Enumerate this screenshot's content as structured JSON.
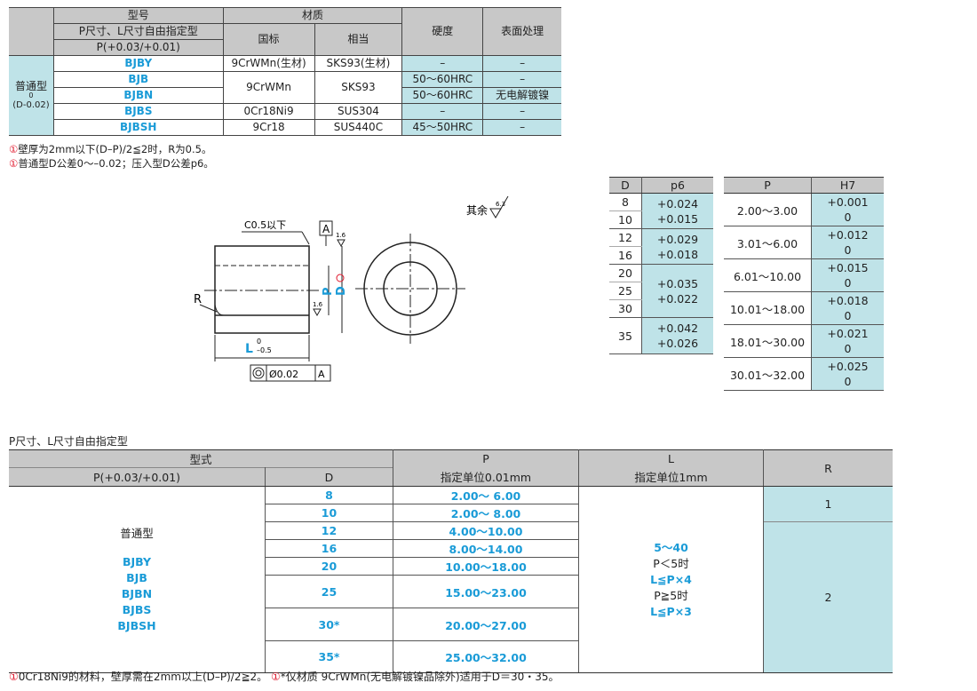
{
  "spec_table": {
    "h_model": "型号",
    "h_model_sub": "P尺寸、L尺寸自由指定型",
    "h_model_tol": "P(+0.03/+0.01)",
    "h_material": "材质",
    "h_gb": "国标",
    "h_equiv": "相当",
    "h_hard": "硬度",
    "h_surface": "表面处理",
    "type_label": "普通型",
    "type_tol_top": "0",
    "type_tol_bot": "(D-0.02)",
    "rows": [
      {
        "code": "BJBY",
        "gb": "9CrWMn(生材)",
        "eq": "SKS93(生材)",
        "hard": "–",
        "surf": "–"
      },
      {
        "code": "BJB",
        "gb": "9CrWMn",
        "eq": "SKS93",
        "hard": "50～60HRC",
        "surf": "–"
      },
      {
        "code": "BJBN",
        "gb": "",
        "eq": "",
        "hard": "50～60HRC",
        "surf": "无电解镀镍"
      },
      {
        "code": "BJBS",
        "gb": "0Cr18Ni9",
        "eq": "SUS304",
        "hard": "–",
        "surf": "–"
      },
      {
        "code": "BJBSH",
        "gb": "9Cr18",
        "eq": "SUS440C",
        "hard": "45～50HRC",
        "surf": "–"
      }
    ]
  },
  "notes_top": [
    "壁厚为2mm以下(D–P)/2≦2时，R为0.5。",
    "普通型D公差0～–0.02；压入型D公差p6。"
  ],
  "drawing": {
    "chamfer": "C0.5以下",
    "datum": "A",
    "rough1": "1.6",
    "rough2": "1.6",
    "R": "R",
    "P": "P",
    "D": "D",
    "L": "L",
    "L_tol_top": "0",
    "L_tol_bot": "–0.5",
    "concentric": "Ø0.02",
    "concentric_ref": "A",
    "other": "其余",
    "other_val": "6.3"
  },
  "p6_table": {
    "h_D": "D",
    "h_p6": "p6",
    "rows": [
      {
        "D": [
          "8",
          "10"
        ],
        "up": "+0.024",
        "lo": "+0.015"
      },
      {
        "D": [
          "12",
          "16"
        ],
        "up": "+0.029",
        "lo": "+0.018"
      },
      {
        "D": [
          "20",
          "25",
          "30"
        ],
        "up": "+0.035",
        "lo": "+0.022"
      },
      {
        "D": [
          "35"
        ],
        "up": "+0.042",
        "lo": "+0.026"
      }
    ]
  },
  "h7_table": {
    "h_P": "P",
    "h_H7": "H7",
    "rows": [
      {
        "P": "2.00～3.00",
        "up": "+0.001",
        "lo": "0"
      },
      {
        "P": "3.01～6.00",
        "up": "+0.012",
        "lo": "0"
      },
      {
        "P": "6.01～10.00",
        "up": "+0.015",
        "lo": "0"
      },
      {
        "P": "10.01～18.00",
        "up": "+0.018",
        "lo": "0"
      },
      {
        "P": "18.01～30.00",
        "up": "+0.021",
        "lo": "0"
      },
      {
        "P": "30.01～32.00",
        "up": "+0.025",
        "lo": "0"
      }
    ]
  },
  "order_title": "P尺寸、L尺寸自由指定型",
  "order_table": {
    "h_form": "型式",
    "h_form_sub": "P(+0.03/+0.01)",
    "h_D": "D",
    "h_P": "P",
    "h_P_sub": "指定单位0.01mm",
    "h_L": "L",
    "h_L_sub": "指定单位1mm",
    "h_R": "R",
    "type": "普通型",
    "codes": [
      "BJBY",
      "BJB",
      "BJBN",
      "BJBS",
      "BJBSH"
    ],
    "rows": [
      {
        "D": "8",
        "P": "2.00～ 6.00"
      },
      {
        "D": "10",
        "P": "2.00～ 8.00"
      },
      {
        "D": "12",
        "P": "4.00～10.00"
      },
      {
        "D": "16",
        "P": "8.00～14.00"
      },
      {
        "D": "20",
        "P": "10.00～18.00"
      },
      {
        "D": "25",
        "P": "15.00～23.00"
      },
      {
        "D": "30*",
        "P": "20.00～27.00"
      },
      {
        "D": "35*",
        "P": "25.00～32.00"
      }
    ],
    "L_lines": [
      "5～40",
      "P＜5时",
      "L≦P×4",
      "P≧5时",
      "L≦P×3"
    ],
    "R1": "1",
    "R2": "2"
  },
  "note_bottom_1": "0Cr18Ni9的材料，壁厚需在2mm以上(D–P)/2≧2。",
  "note_bottom_2": "*仅材质 9CrWMn(无电解镀镍品除外)适用于D＝30・35。"
}
